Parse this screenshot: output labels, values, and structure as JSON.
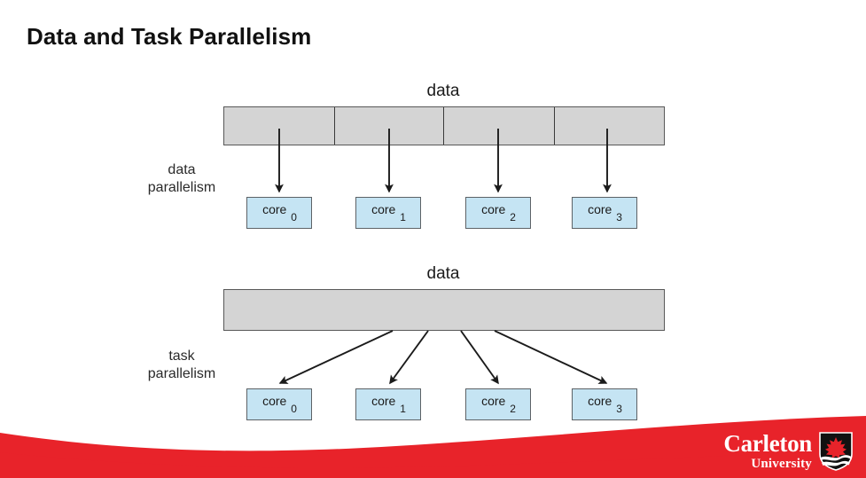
{
  "slide": {
    "title": "Data and Task Parallelism",
    "background_color": "#ffffff"
  },
  "colors": {
    "bar_fill": "#d4d4d4",
    "bar_stroke": "#585858",
    "core_fill": "#c5e4f3",
    "core_stroke": "#5d6266",
    "arrow": "#1b1b1b",
    "accent_red": "#e8232a",
    "title_text": "#111111"
  },
  "diagrams": [
    {
      "id": "data-parallelism",
      "side_label_line1": "data",
      "side_label_line2": "parallelism",
      "data_label": "data",
      "bar_segments": 4,
      "cores": [
        {
          "label": "core",
          "index": "0"
        },
        {
          "label": "core",
          "index": "1"
        },
        {
          "label": "core",
          "index": "2"
        },
        {
          "label": "core",
          "index": "3"
        }
      ]
    },
    {
      "id": "task-parallelism",
      "side_label_line1": "task",
      "side_label_line2": "parallelism",
      "data_label": "data",
      "bar_segments": 1,
      "cores": [
        {
          "label": "core",
          "index": "0"
        },
        {
          "label": "core",
          "index": "1"
        },
        {
          "label": "core",
          "index": "2"
        },
        {
          "label": "core",
          "index": "3"
        }
      ]
    }
  ],
  "footer": {
    "logo_name": "Carleton",
    "logo_sub": "University",
    "crest_icon": "carleton-shield-maple-leaf-icon"
  }
}
